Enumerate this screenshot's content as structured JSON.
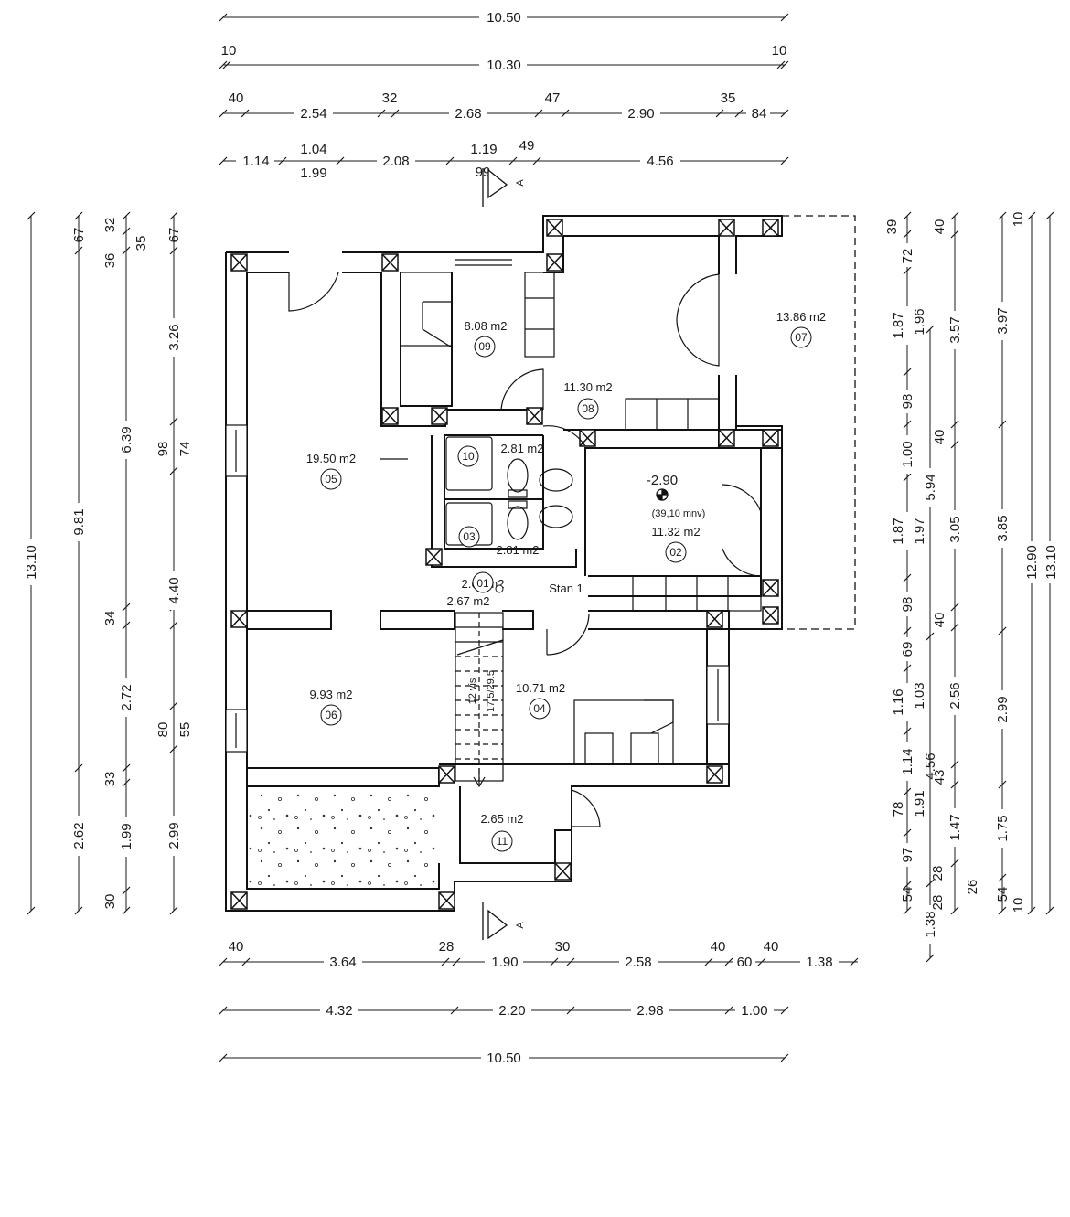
{
  "dims_top": {
    "overall": "10.50",
    "inner": "10.30",
    "inner_left_offset": "10",
    "inner_right_offset": "10",
    "row3": [
      "40",
      "2.54",
      "32",
      "2.68",
      "47",
      "2.90",
      "35",
      "84"
    ],
    "row4": [
      "1.14",
      "1.04",
      "1.99",
      "2.08",
      "1.19",
      "99",
      "49",
      "4.56"
    ]
  },
  "dims_bottom": {
    "row1": [
      "40",
      "3.64",
      "28",
      "1.90",
      "30",
      "2.58",
      "40",
      "60",
      "40",
      "1.38"
    ],
    "row2": [
      "4.32",
      "2.20",
      "2.98",
      "1.00"
    ],
    "overall": "10.50"
  },
  "dims_left": {
    "overall": "13.10",
    "col2": [
      "67",
      "9.81",
      "2.62"
    ],
    "col3": [
      "32",
      "35",
      "36",
      "98",
      "34",
      "33",
      "1.99",
      "30"
    ],
    "col4": [
      "67",
      "3.26",
      "6.39",
      "74",
      "4.40",
      "2.72",
      "80",
      "55",
      "2.99"
    ]
  },
  "dims_right": {
    "col1": [
      "39",
      "72",
      "1.87",
      "98",
      "1.00",
      "1.87",
      "98",
      "69",
      "1.16",
      "1.14",
      "78",
      "97",
      "54",
      "1.38"
    ],
    "col2": [
      "1.96",
      "5.94",
      "1.97",
      "1.03",
      "4.56",
      "1.91",
      "28",
      "28"
    ],
    "col3": [
      "40",
      "3.57",
      "40",
      "3.05",
      "40",
      "2.56",
      "43",
      "1.47",
      "26"
    ],
    "col4": [
      "10",
      "3.97",
      "3.85",
      "2.99",
      "1.75",
      "54",
      "10"
    ],
    "col5": [
      "12.90",
      "13.10"
    ]
  },
  "rooms": [
    {
      "num": "01",
      "area": "2.67 m2"
    },
    {
      "num": "02",
      "area": "11.32 m2"
    },
    {
      "num": "03",
      "area": "2.81 m2"
    },
    {
      "num": "04",
      "area": "10.71 m2"
    },
    {
      "num": "05",
      "area": "19.50 m2"
    },
    {
      "num": "06",
      "area": "9.93 m2"
    },
    {
      "num": "07",
      "area": "13.86 m2"
    },
    {
      "num": "08",
      "area": "11.30 m2"
    },
    {
      "num": "09",
      "area": "8.08 m2"
    },
    {
      "num": "10",
      "area": "2.81 m2"
    },
    {
      "num": "11",
      "area": "2.65 m2"
    }
  ],
  "apartment_label": "Stan 1",
  "level": {
    "value": "-2.90",
    "note": "(39,10 mnv)"
  },
  "stairs": {
    "steps": "12 vis",
    "rise": "17.5/29.5"
  },
  "section_marker": "A"
}
